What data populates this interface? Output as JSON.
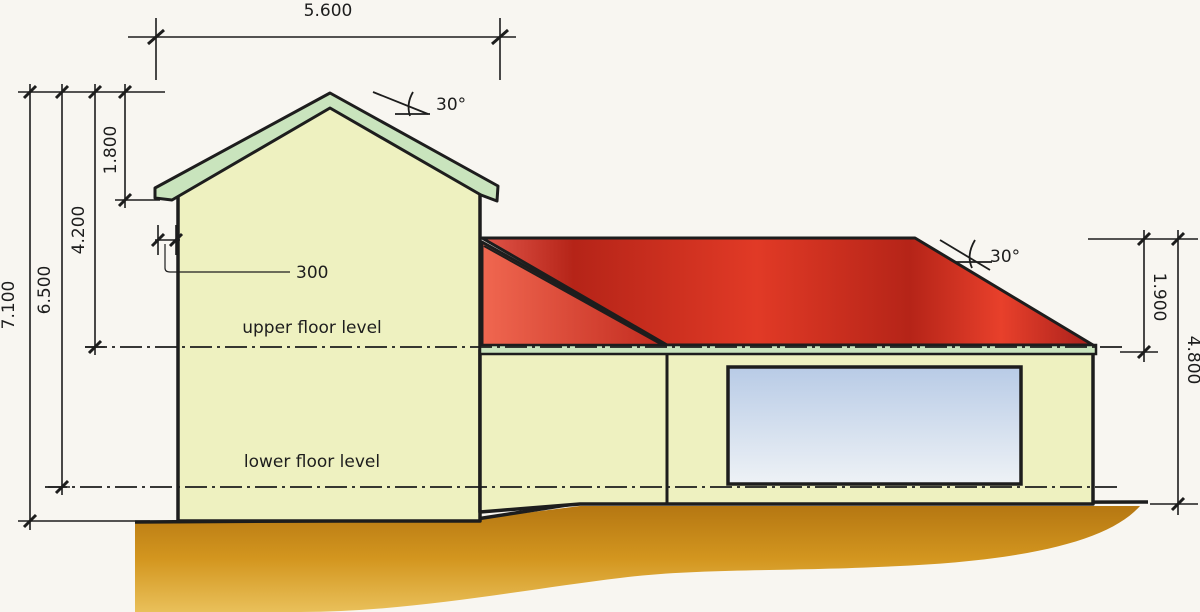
{
  "labels": {
    "upper_floor": "upper floor level",
    "lower_floor": "lower floor level"
  },
  "dimensions": {
    "house_width": "5.600",
    "total_height": "7.100",
    "wall_height": "6.500",
    "upper_to_eaves": "4.200",
    "roof_height": "1.800",
    "overhang": "300",
    "annex_roof_height": "1.900",
    "annex_total_height": "4.800"
  },
  "angles": {
    "main_roof_pitch": "30°",
    "annex_roof_pitch": "30°"
  },
  "colors": {
    "background": "#f8f6f1",
    "wall": "#eef1c0",
    "roof_trim": "#c9e4bd",
    "roof_red": "#d8281f",
    "window_glass": "#c7d6ea",
    "ground": "#c98a1c",
    "line": "#1d1d1d"
  }
}
